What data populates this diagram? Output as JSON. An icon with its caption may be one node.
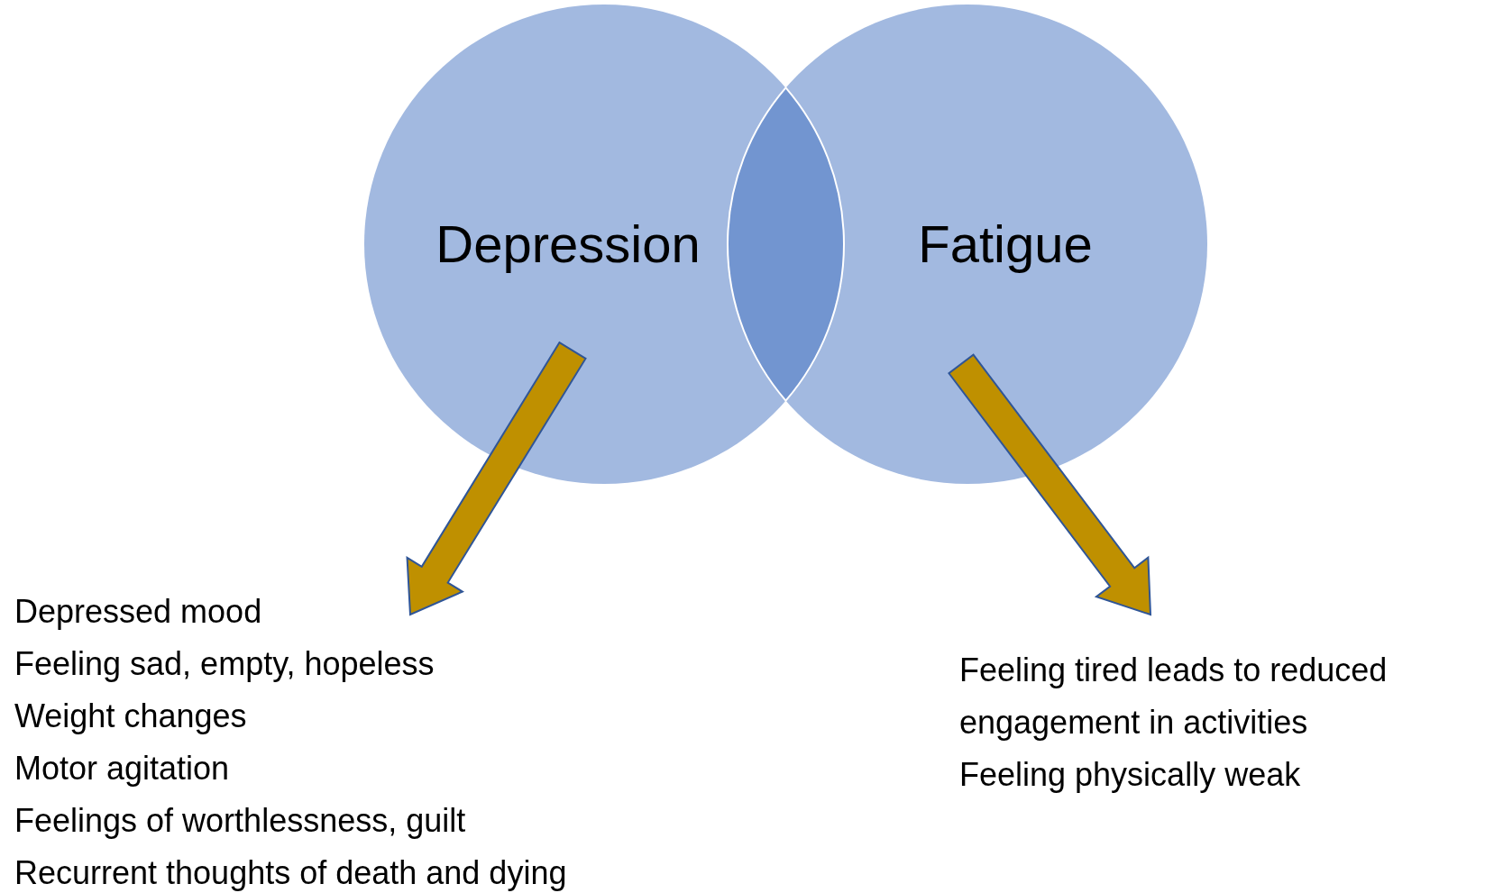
{
  "diagram": {
    "nodes": [
      {
        "text": [
          "Depression"
        ]
      },
      {
        "text": [
          "Fatigue"
        ]
      },
      {
        "text": [
          "Depressed mood",
          "Feeling sad, empty, hopeless",
          "Weight changes",
          "Motor agitation",
          "Feelings of worthlessness, guilt",
          "Recurrent thoughts of death and dying"
        ]
      },
      {
        "text": [
          "Feeling tired leads to reduced engagement in activities",
          "Feeling physically weak"
        ]
      }
    ],
    "edges": [
      {
        "from": 0,
        "to": 2,
        "arrow": "to",
        "style": "thick"
      },
      {
        "from": 1,
        "to": 3,
        "arrow": "to",
        "style": "thick"
      }
    ]
  }
}
